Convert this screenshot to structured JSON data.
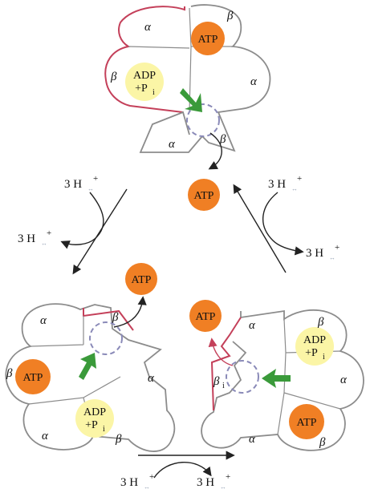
{
  "labels": {
    "alpha": "α",
    "beta": "β",
    "beta_i": "β",
    "atp": "ATP",
    "adp_line1": "ADP",
    "adp_line2": "+P",
    "pi_sub": "i",
    "three_h": "3 H",
    "plus": "+",
    "double_arrow": "↔"
  },
  "colors": {
    "outline_grey": "#8c8c8c",
    "outline_red": "#c4405a",
    "atp_fill": "#f07f24",
    "adp_fill": "#fbf5a6",
    "green_arrow": "#3a9a3a",
    "dashed_circle": "#8a8ab8",
    "arrow_black": "#222222"
  }
}
